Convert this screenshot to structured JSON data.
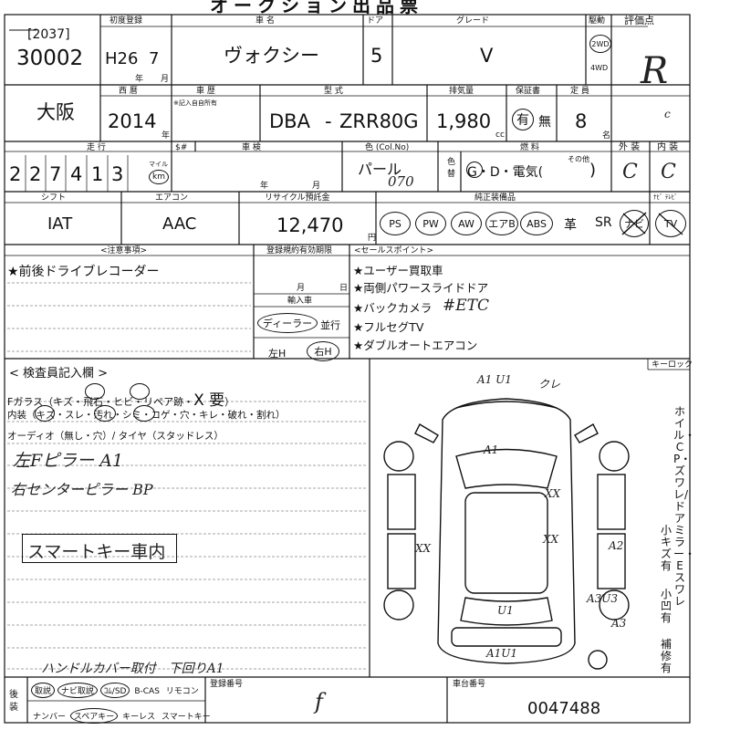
{
  "header": {
    "title": "オークション出品票"
  },
  "row1": {
    "labels": {
      "first_reg": "初度登録",
      "car_name": "車 名",
      "doors": "ドア",
      "grade": "グレード",
      "drive": "駆動",
      "score": "評価点"
    },
    "lot_prefix": "[2037]",
    "lot_no": "30002",
    "reg_era": "H26",
    "reg_month": "7",
    "year_mark": "年",
    "month_mark": "月",
    "car_name": "ヴォクシー",
    "doors": "5",
    "grade": "V",
    "drive_2wd": "2WD",
    "drive_4wd": "4WD",
    "score_hw": "R",
    "score_hw2": "c"
  },
  "row2": {
    "labels": {
      "nishi": "西 暦",
      "shaken": "車 歴",
      "model": "型 式",
      "displacement": "排気量",
      "warranty": "保証書",
      "capacity": "定 員"
    },
    "venue": "大阪",
    "shaken_note": "※記入自自所有",
    "year": "2014",
    "year_mark": "年",
    "model_prefix": "DBA",
    "model_dash": "-",
    "model": "ZRR80G",
    "displacement": "1,980",
    "cc": "cc",
    "warranty_yes": "有",
    "warranty_no": "無",
    "capacity": "8",
    "capacity_unit": "名"
  },
  "row3": {
    "labels": {
      "mileage": "走 行",
      "sign": "$#",
      "inspection": "車 検",
      "color": "色 (Col.No)",
      "fuel": "燃 料",
      "exterior": "外 装",
      "interior": "内 装"
    },
    "mileage_digits": [
      "2",
      "2",
      "7",
      "4",
      "1",
      "3"
    ],
    "mile": "マイル",
    "km": "km",
    "insp_year": "年",
    "insp_month": "月",
    "color": "パール",
    "color_code": "070",
    "color_change": "色替",
    "fuel": "G・D・電気(",
    "fuel_other": "その他",
    "fuel_close": ")",
    "exterior_hw": "C",
    "interior_hw": "C"
  },
  "row4": {
    "labels": {
      "shift": "シフト",
      "aircon": "エアコン",
      "recycle": "リサイクル預託金",
      "equipment": "純正装備品",
      "navi_tv": "ﾅﾋﾞ ﾃﾚﾋﾞ"
    },
    "shift": "IAT",
    "aircon": "AAC",
    "recycle": "12,470",
    "yen": "円",
    "equipment": [
      "PS",
      "PW",
      "AW",
      "エアB",
      "ABS",
      "革",
      "SR",
      "ナビ",
      "TV"
    ]
  },
  "row5": {
    "notes_label": "<注意事項>",
    "reg_expiry_label": "登録規約有効期限",
    "sales_label": "<セールスポイント>",
    "note": "★前後ドライブレコーダー",
    "month": "月",
    "day": "日",
    "import_label": "輸入車",
    "dealer": "ディーラー",
    "parallel": "並行",
    "left_h": "左H",
    "right_h": "右H",
    "sales_points": [
      "★ユーザー買取車",
      "★両側パワースライドドア",
      "★バックカメラ",
      "★フルセグTV",
      "★ダブルオートエアコン"
    ],
    "sales_hw": "#ETC"
  },
  "inspector": {
    "title": "< 検査員記入欄 >",
    "glass": "Fガラス（キズ・飛石・ヒビ・リペア跡・",
    "glass_mark": "X 要",
    "glass_close": "）",
    "interior": "内装（キズ・スレ・汚れ・シミ・コゲ・穴・キレ・破れ・割れ）",
    "audio": "オーディオ（無し・穴）/ タイヤ（スタッドレス）",
    "hw_lines": [
      "左Fピラー A1",
      "右センターピラー BP",
      "スマートキー車内",
      "ハンドルカバー取付　下回りA1"
    ],
    "keylock": "キーロック",
    "side_text1": "ホイル・CP・ズワレ/ドアミラー・Eスワレ",
    "side_text2": "小キズ有",
    "side_text3": "小凹有",
    "side_text4": "補修有"
  },
  "diagram": {
    "marks": [
      "A1 U1",
      "クレ",
      "A1",
      "A2",
      "A3",
      "XX",
      "XX",
      "XX",
      "A2",
      "A2",
      "A3U3",
      "U1",
      "A1U1",
      "A3"
    ]
  },
  "footer": {
    "labels": {
      "after": "後装",
      "reg_no": "登録番号",
      "chassis": "車台番号"
    },
    "items_row1": [
      "取説",
      "ナビ取説",
      "ｺﾑ/SD",
      "B-CAS",
      "リモコン"
    ],
    "items_row2": [
      "ナンバー",
      "スペアキー",
      "キーレス",
      "スマートキー"
    ],
    "reg_hw": "f",
    "chassis_no": "0047488"
  }
}
